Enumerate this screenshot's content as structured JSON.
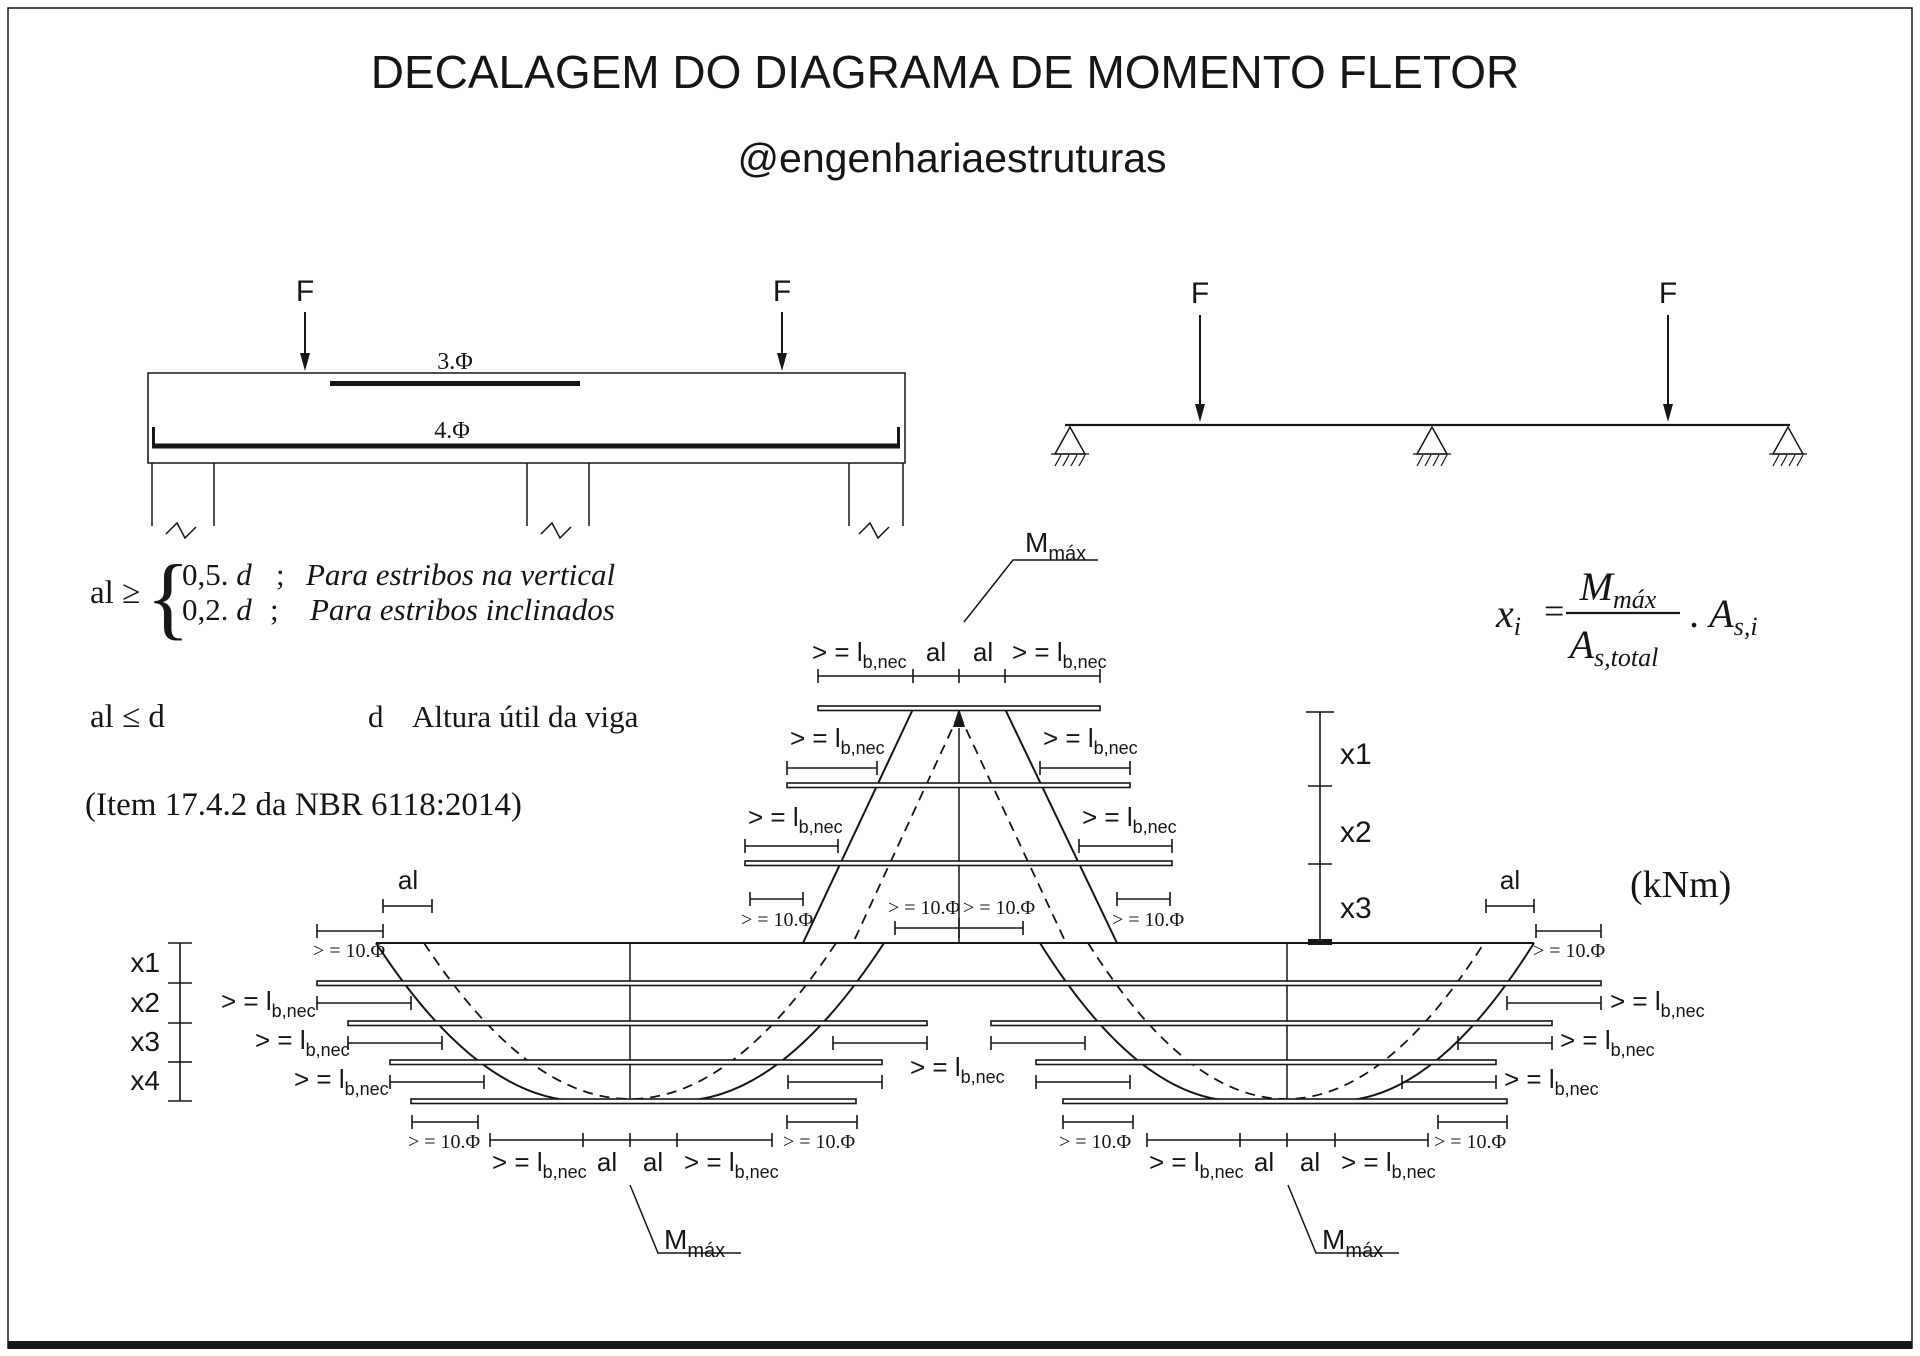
{
  "header": {
    "title": "DECALAGEM DO DIAGRAMA DE MOMENTO FLETOR",
    "handle": "@engenhariaestruturas"
  },
  "beam_section": {
    "force": "F",
    "top_bar": "3.Φ",
    "bottom_bar": "4.Φ"
  },
  "beam_scheme": {
    "force": "F"
  },
  "criteria": {
    "lhs": "al ≥",
    "brace": "{",
    "case1_num": "0,5. ",
    "case2_num": "0,2. ",
    "d_var": "d",
    "sep": ";",
    "case1_text": "Para estribos na vertical",
    "case2_text": "Para estribos inclinados",
    "limit": "al ≤ d",
    "var": "d",
    "var_desc": "Altura útil da viga",
    "reference": "(Item 17.4.2 da NBR 6118:2014)"
  },
  "formula_xi": {
    "lhs": "x",
    "lhs_sub": "i",
    "equals": "=",
    "num": "M",
    "num_sub": "máx",
    "den": "A",
    "den_sub": "s,total",
    "factor": ". A",
    "factor_sub": "s,i"
  },
  "diagram": {
    "unit": "(kNm)",
    "mmax": "M",
    "mmax_sub": "máx",
    "al": "al",
    "anchor_prefix": "> = l",
    "anchor_sub": "b,nec",
    "bar_extension": "> = 10.Φ",
    "x_top": [
      "x1",
      "x2",
      "x3"
    ],
    "x_left": [
      "x1",
      "x2",
      "x3",
      "x4"
    ]
  }
}
